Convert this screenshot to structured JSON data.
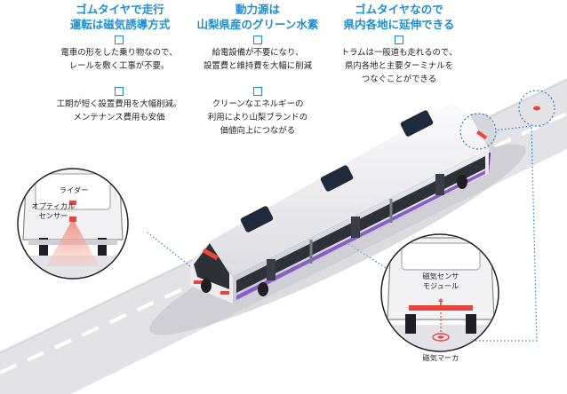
{
  "columns": [
    {
      "headline": [
        "ゴムタイヤで走行",
        "運転は磁気誘導方式"
      ],
      "items": [
        {
          "lines": [
            "電車の形をした乗り物なので、",
            "レールを敷く工事が不要。"
          ]
        },
        {
          "lines": [
            "工期が短く設置費用を大幅削減。",
            "メンテナンス費用も安価"
          ]
        }
      ]
    },
    {
      "headline": [
        "動力源は",
        "山梨県産のグリーン水素"
      ],
      "items": [
        {
          "lines": [
            "給電設備が不要になり、",
            "設置費と維持費を大幅に削減"
          ]
        },
        {
          "lines": [
            "クリーンなエネルギーの",
            "利用により山梨ブランドの",
            "価値向上につながる"
          ]
        }
      ]
    },
    {
      "headline": [
        "ゴムタイヤなので",
        "県内各地に延伸できる"
      ],
      "items": [
        {
          "lines": [
            "トラムは一般道も走れるので、",
            "県内各地と主要ターミナルを",
            "つなぐことができる"
          ]
        }
      ]
    }
  ],
  "callouts": {
    "front": {
      "lidar": "ライダー",
      "optical_sensor": [
        "オプティカル",
        "センサー"
      ]
    },
    "bottom": {
      "magnetic_sensor_module": [
        "磁気センサ",
        "モジュール"
      ],
      "magnetic_marker": "磁気マーカ"
    }
  },
  "colors": {
    "accent": "#1f8ed0",
    "tram_purple": "#5c2d91",
    "tram_body": "#eeeef2",
    "road": "#e2e2e6",
    "sensor_red": "#e8453c"
  }
}
